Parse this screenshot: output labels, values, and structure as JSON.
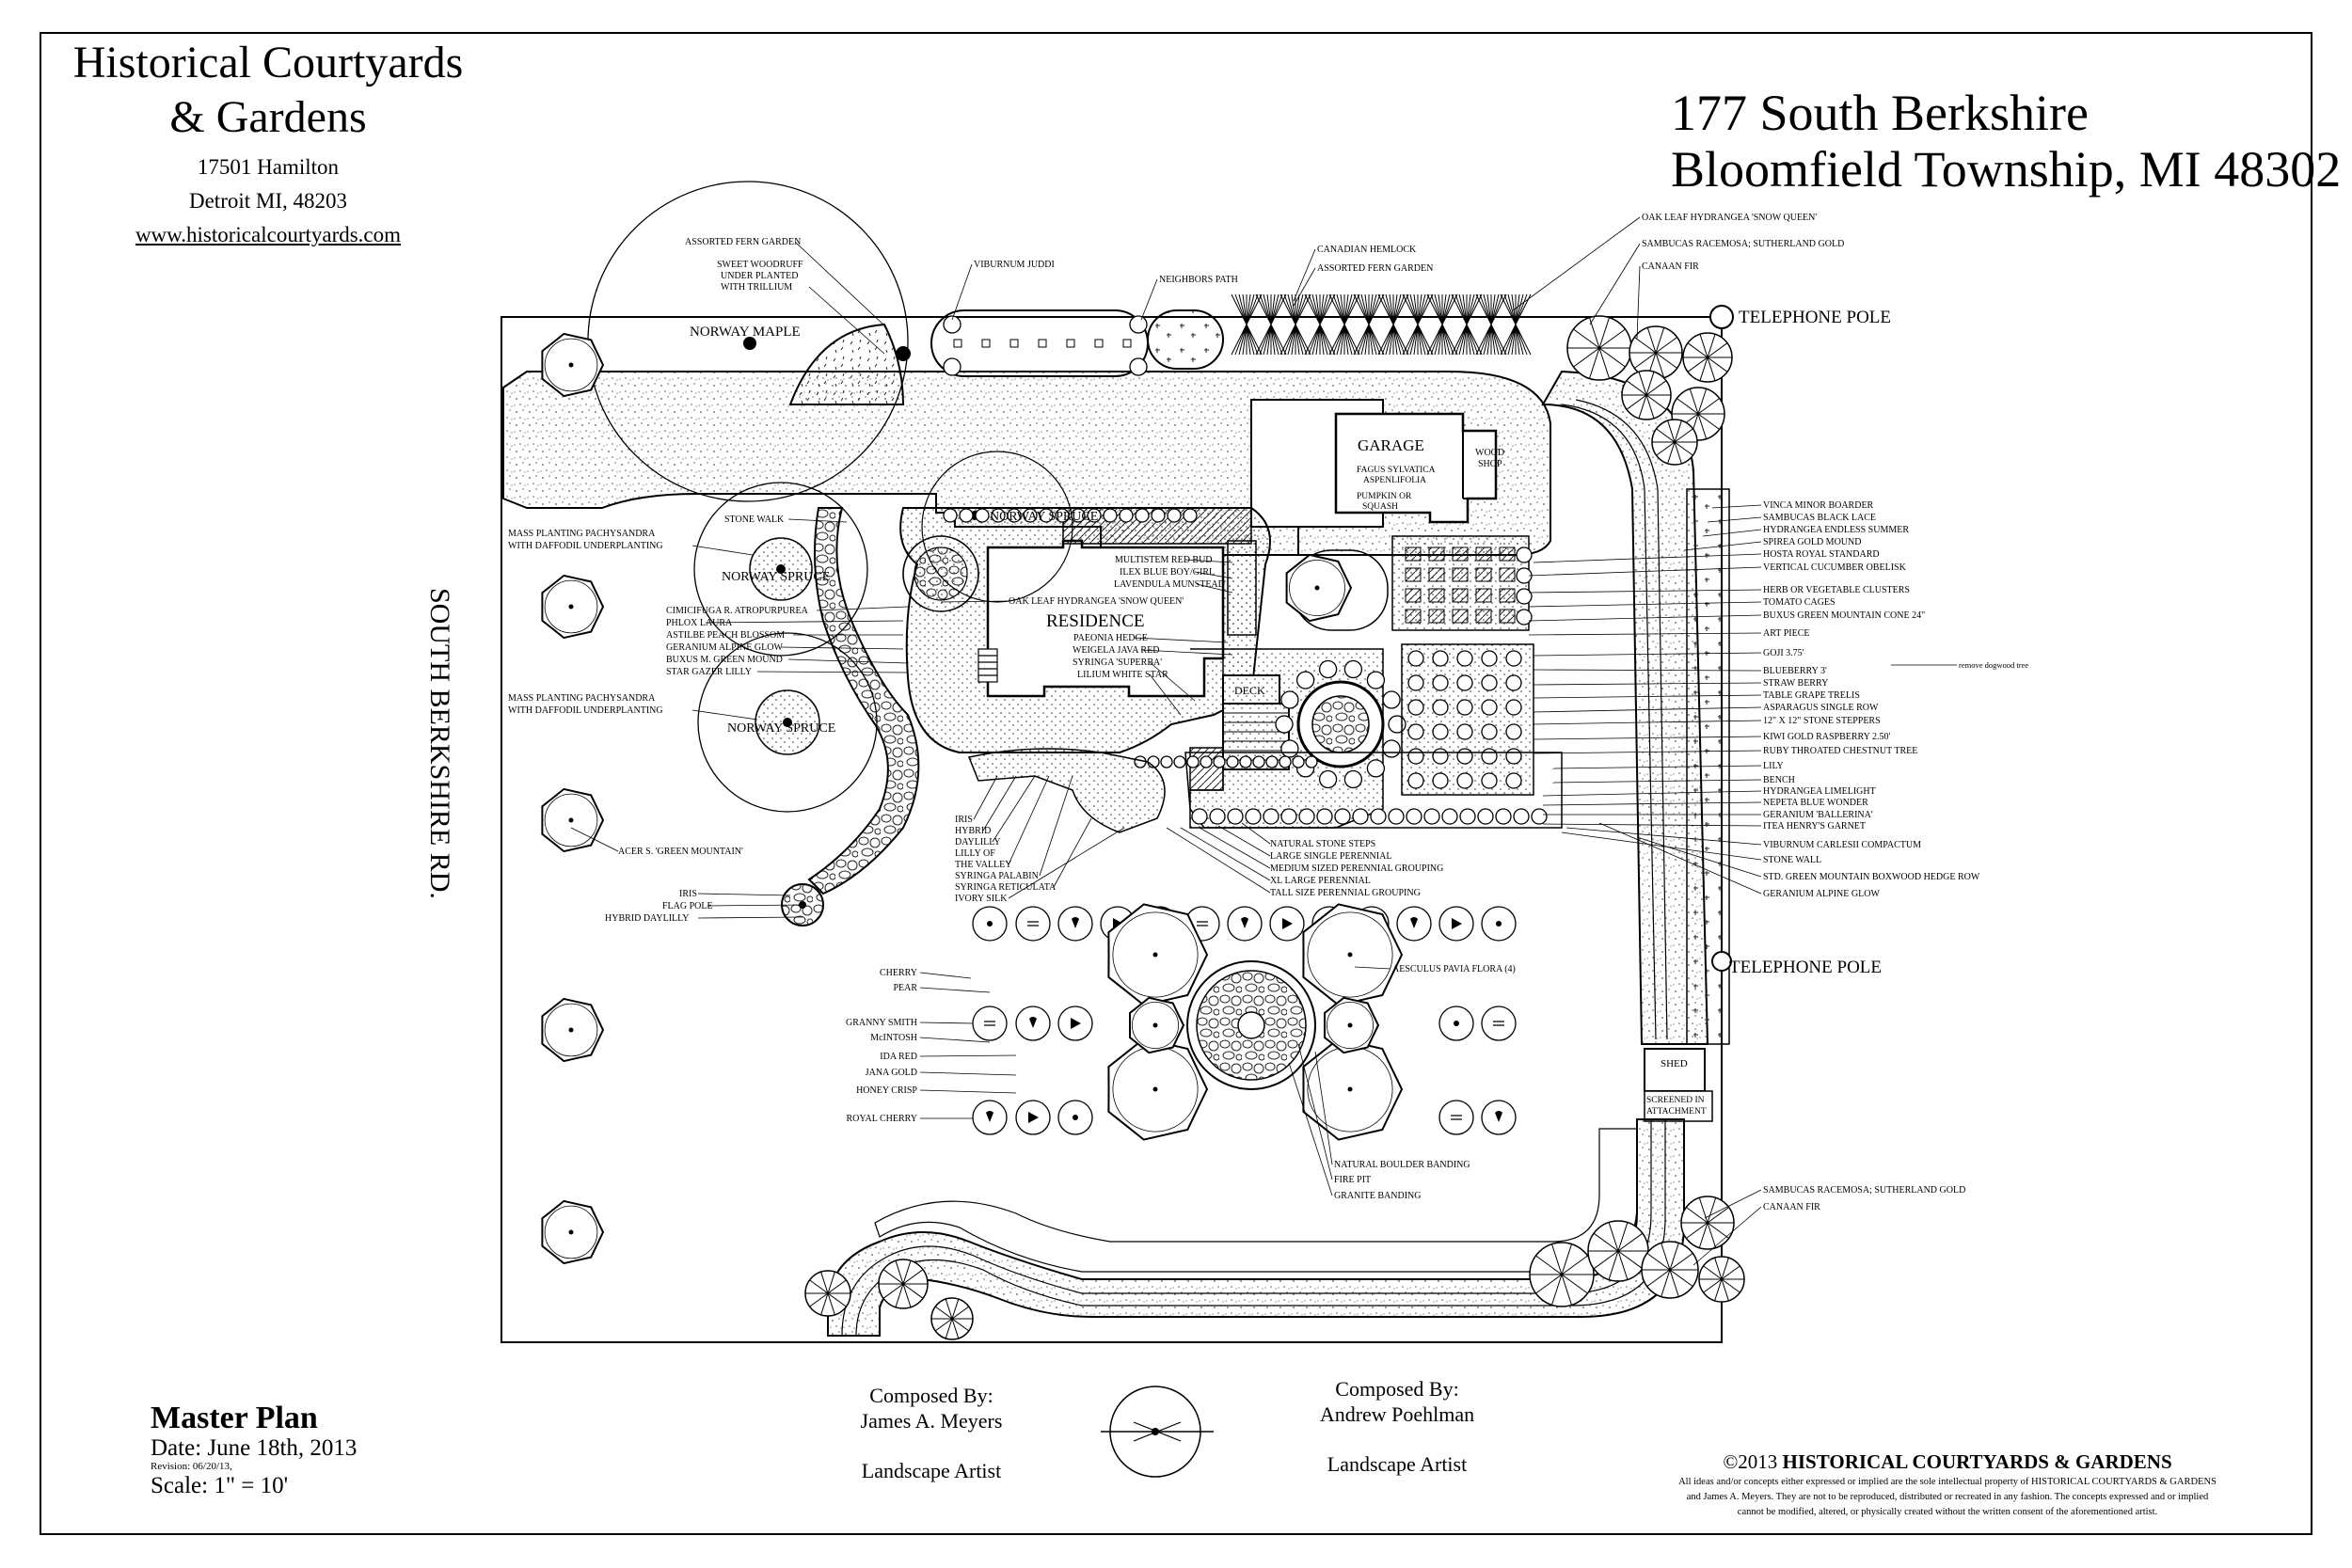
{
  "company": {
    "name_line1": "Historical Courtyards",
    "name_line2": "& Gardens",
    "street": "17501 Hamilton",
    "city": "Detroit MI, 48203",
    "website": "www.historicalcourtyards.com"
  },
  "site_address": {
    "line1": "177 South Berkshire",
    "line2": "Bloomfield Township, MI 48302"
  },
  "road_label": "SOUTH BERKSHIRE RD.",
  "structures": {
    "residence": "RESIDENCE",
    "garage": "GARAGE",
    "wood_shop_1": "WOOD",
    "wood_shop_2": "SHOP",
    "deck": "DECK",
    "shed": "SHED",
    "screened_1": "SCREENED IN",
    "screened_2": "ATTACHMENT"
  },
  "poles": {
    "top": "TELEPHONE POLE",
    "middle": "TELEPHONE POLE"
  },
  "tree_labels": {
    "norway_maple": "NORWAY MAPLE",
    "norway_spruce_top": "NORWAY SPRUCE",
    "norway_spruce_1": "NORWAY SPRUCE",
    "norway_spruce_2": "NORWAY SPRUCE"
  },
  "callouts_left": [
    "ASSORTED FERN GARDEN",
    "SWEET WOODRUFF",
    "UNDER PLANTED",
    "WITH TRILLIUM",
    "STONE WALK",
    "MASS PLANTING PACHYSANDRA",
    "WITH DAFFODIL UNDERPLANTING",
    "CIMICIFUGA R. ATROPURPUREA",
    "PHLOX LAURA",
    "ASTILBE PEACH BLOSSOM",
    "GERANIUM ALPINE GLOW",
    "BUXUS M. GREEN MOUND",
    "STAR GAZER LILLY",
    "MASS PLANTING PACHYSANDRA",
    "WITH DAFFODIL UNDERPLANTING",
    "ACER S. 'GREEN MOUNTAIN'",
    "IRIS",
    "FLAG POLE",
    "HYBRID DAYLILLY"
  ],
  "callouts_top": [
    "VIBURNUM JUDDI",
    "NEIGHBORS PATH",
    "CANADIAN HEMLOCK",
    "ASSORTED FERN GARDEN"
  ],
  "callouts_house": [
    "MULTISTEM RED BUD",
    "ILEX BLUE BOY/GIRL",
    "LAVENDULA MUNSTEAD",
    "OAK LEAF HYDRANGEA 'SNOW QUEEN'",
    "PAEONIA HEDGE",
    "WEIGELA JAVA RED",
    "SYRINGA 'SUPERBA'",
    "LILIUM WHITE STAR"
  ],
  "callouts_garage": [
    "FAGUS SYLVATICA",
    "ASPENLIFOLIA",
    "PUMPKIN OR",
    "SQUASH"
  ],
  "callouts_front_bed": [
    "IRIS",
    "HYBRID",
    "DAYLILLY",
    "LILLY OF",
    "THE VALLEY",
    "SYRINGA PALABIN",
    "SYRINGA RETICULATA",
    "IVORY SILK"
  ],
  "callouts_perennial": [
    "NATURAL STONE STEPS",
    "LARGE SINGLE PERENNIAL",
    "MEDIUM SIZED PERENNIAL GROUPING",
    "XL LARGE PERENNIAL",
    "TALL SIZE PERENNIAL GROUPING"
  ],
  "callouts_orchard": [
    "CHERRY",
    "PEAR",
    "GRANNY SMITH",
    "McINTOSH",
    "IDA RED",
    "JANA GOLD",
    "HONEY CRISP",
    "ROYAL CHERRY"
  ],
  "aesculus": "AESCULUS PAVIA FLORA (4)",
  "callouts_firepit": [
    "NATURAL BOULDER BANDING",
    "FIRE PIT",
    "GRANITE BANDING"
  ],
  "callouts_right_top": [
    "OAK LEAF HYDRANGEA 'SNOW QUEEN'",
    "SAMBUCAS RACEMOSA; SUTHERLAND GOLD",
    "CANAAN FIR"
  ],
  "callouts_right": [
    "VINCA MINOR BOARDER",
    "SAMBUCAS BLACK LACE",
    "HYDRANGEA ENDLESS SUMMER",
    "SPIREA GOLD MOUND",
    "HOSTA ROYAL STANDARD",
    "VERTICAL CUCUMBER OBELISK",
    "HERB OR VEGETABLE CLUSTERS",
    "TOMATO CAGES",
    "BUXUS GREEN MOUNTAIN CONE 24\"",
    "ART PIECE",
    "GOJI 3.75'",
    "BLUEBERRY 3'",
    "STRAW BERRY",
    "TABLE GRAPE TRELIS",
    "ASPARAGUS SINGLE ROW",
    "12\" X 12\" STONE STEPPERS",
    "KIWI GOLD RASPBERRY 2.50'",
    "RUBY THROATED CHESTNUT TREE",
    "LILY",
    "BENCH",
    "HYDRANGEA LIMELIGHT",
    "NEPETA BLUE WONDER",
    "GERANIUM 'BALLERINA'",
    "ITEA HENRY'S GARNET",
    "VIBURNUM CARLESII COMPACTUM",
    "STONE WALL",
    "STD. GREEN MOUNTAIN BOXWOOD HEDGE ROW",
    "GERANIUM ALPINE GLOW"
  ],
  "remove_note": "remove dogwood tree",
  "callouts_right_bottom": [
    "SAMBUCAS RACEMOSA; SUTHERLAND GOLD",
    "CANAAN FIR"
  ],
  "title_block": {
    "title": "Master Plan",
    "date": "Date: June 18th, 2013",
    "revision": "Revision: 06/20/13,",
    "scale": "Scale: 1\" = 10'"
  },
  "composer_1": {
    "label": "Composed By:",
    "name": "James A. Meyers",
    "role": "Landscape Artist"
  },
  "composer_2": {
    "label": "Composed By:",
    "name": "Andrew Poehlman",
    "role": "Landscape Artist"
  },
  "copyright": {
    "year": "©2013",
    "holder": "HISTORICAL COURTYARDS & GARDENS",
    "notice": [
      "All ideas and/or concepts either expressed or implied are the sole intellectual property of HISTORICAL COURTYARDS & GARDENS",
      "and James A. Meyers.  They are not to be reproduced, distributed or recreated in any fashion.  The concepts expressed and or implied",
      "cannot be modified, altered, or physically created without the written consent of the aforementioned artist."
    ]
  }
}
